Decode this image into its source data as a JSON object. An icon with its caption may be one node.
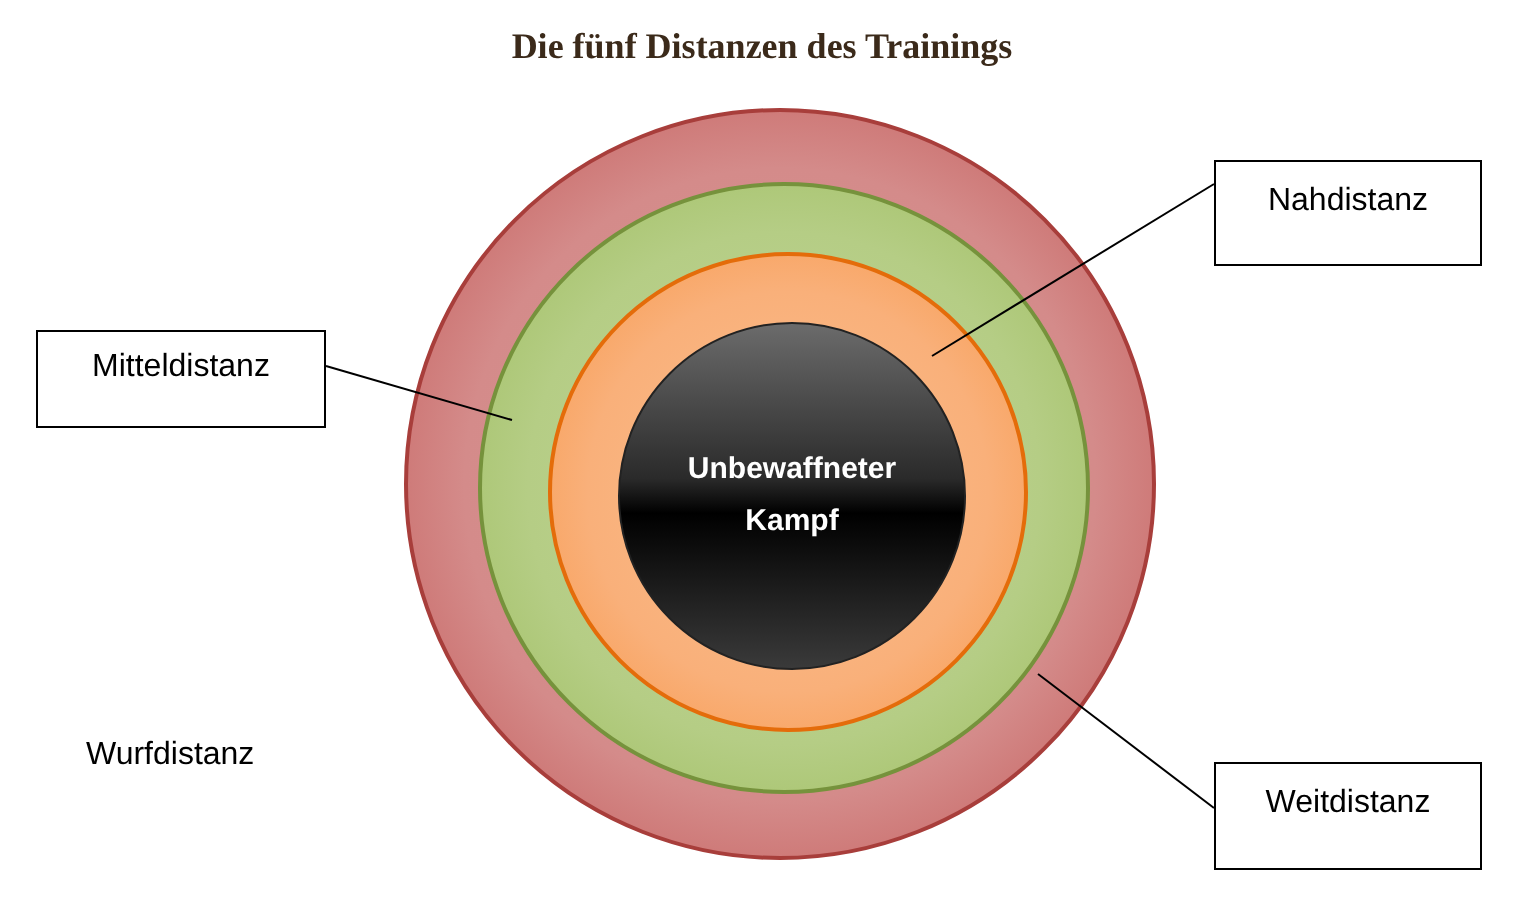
{
  "diagram": {
    "title": "Die fünf Distanzen des Trainings",
    "nodes": [
      {
        "text": [],
        "shape": "circle"
      },
      {
        "text": [],
        "shape": "circle",
        "in": 0
      },
      {
        "text": [],
        "shape": "circle",
        "in": 1
      },
      {
        "text": [
          "Unbewaffneter Kampf"
        ],
        "in": 2
      },
      {
        "text": [
          "Nahdistanz"
        ]
      },
      {
        "text": [
          "Mitteldistanz"
        ]
      },
      {
        "text": [
          "Weitdistanz"
        ]
      }
    ],
    "edges": [
      {
        "from": 4,
        "to": 2,
        "arrow": "none"
      },
      {
        "from": 5,
        "to": 1,
        "arrow": "none"
      },
      {
        "from": 6,
        "to": 0,
        "arrow": "none"
      }
    ],
    "labels": [
      "Wurfdistanz"
    ]
  }
}
